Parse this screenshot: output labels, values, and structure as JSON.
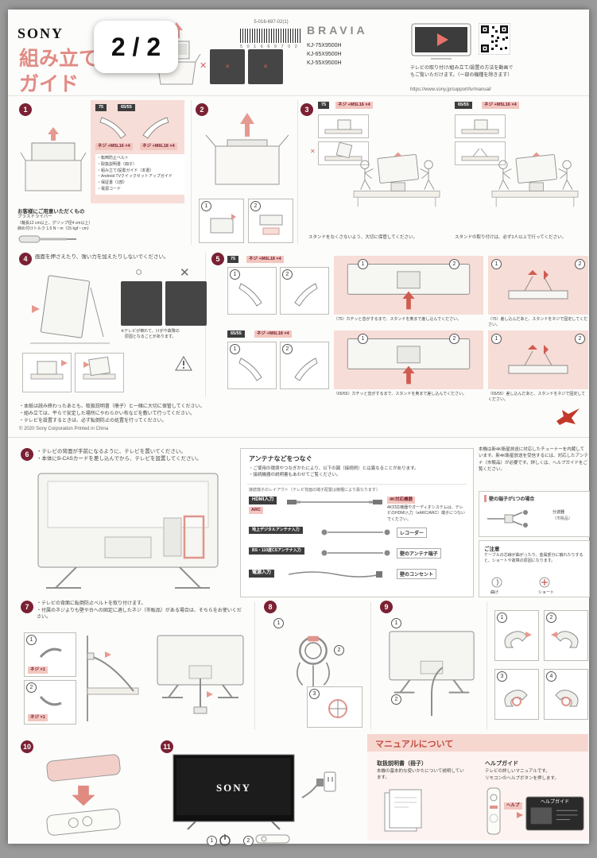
{
  "viewer": {
    "page_badge": "2 / 2"
  },
  "header": {
    "brand": "SONY",
    "title_line1": "組み立て/設置",
    "title_line2": "ガイド",
    "doc_number": "5-016-697-02(1)",
    "barcode_digits": "5 0 1 6 6 9 7 0 2",
    "bravia": "BRAVIA",
    "models": [
      "KJ-75X9500H",
      "KJ-65X9500H",
      "KJ-55X9500H"
    ],
    "video_note": "テレビの取り付け/組み立て/設置の方法を動画でもご覧いただけます。（一部の機種を除きます）",
    "video_url": "https://www.sony.jp/support/tv/manual/"
  },
  "step1": {
    "num": "1",
    "badge_75": "75",
    "badge_65": "65/55",
    "screw_a": "ネジ +M5L16 ×4",
    "screw_b": "ネジ +M6L18 ×4",
    "items": [
      "・転倒防止ベルト",
      "・取扱説明書（冊子）",
      "・組み立て/設置ガイド（本書）",
      "・Android TVクイックセットアップガイド",
      "・保証書（1部）",
      "・電源コード"
    ],
    "tools_heading": "お客様にご用意いただくもの",
    "tools_line1": "プラスドライバー",
    "tools_line2": "（軸長12 cm以上、グリップ径4 cm以上）",
    "tools_line3": "締め付けトルク 1.5 N・m（15 kgf・cm）"
  },
  "step2": {
    "num": "2",
    "sub1": "1",
    "sub2": "2"
  },
  "step3": {
    "num": "3",
    "left_badge": "75",
    "left_screw": "ネジ +M5L16 ×4",
    "left_caption": "スタンドをなくさないよう、大切に保管してください。",
    "right_badge": "65/55",
    "right_screw": "ネジ +M5L16 ×4",
    "right_caption": "スタンドの取り付けは、必ず2人以上で行ってください。"
  },
  "step4": {
    "num": "4",
    "text": "画面を押さえたり、強い力を加えたりしないでください。",
    "ok": "○",
    "ng": "✕",
    "note1": "※テレビが倒れて、けがや故障の",
    "note2": "　原因となることがあります。"
  },
  "step5": {
    "num": "5",
    "row1": {
      "badge": "75",
      "screw": "ネジ +M6L18 ×4",
      "sub1": "1",
      "sub2": "2",
      "note_left": "〈75〉カチッと音がするまで、スタンドを奥まで差し込んでください。",
      "note_right": "〈75〉差し込んだあと、スタンドをネジで固定してください。"
    },
    "row2": {
      "badge": "65/55",
      "screw": "ネジ +M6L18 ×4",
      "sub1": "1",
      "sub2": "2",
      "note_left": "〈65/55〉カチッと音がするまで、スタンドを奥まで差し込んでください。",
      "note_right": "〈65/55〉差し込んだあと、スタンドをネジで固定してください。"
    }
  },
  "footnotes": {
    "line1": "・本紙は読み終わったあとも、取扱説明書（冊子）と一緒に大切に保管してください。",
    "line2": "・組み立ては、平らで安定した場所にやわらかい布などを敷いて行ってください。",
    "line3": "・テレビを設置するときは、必ず転倒防止の処置を行ってください。",
    "copyright": "© 2020 Sony Corporation    Printed in China"
  },
  "step6": {
    "num": "6",
    "bullet1": "・テレビの背面が手前になるように、テレビを置いてください。",
    "bullet2": "・本体にB-CASカードを差し込んでから、テレビを設置してください。"
  },
  "antenna": {
    "title": "アンテナなどをつなぐ",
    "bullet1": "・ご使用の環境やつなぎかたにより、以下の図（接続例）とは異なることがあります。",
    "bullet2": "・接続機器の説明書もあわせてご覧ください。",
    "layout_note": "接続端子のレイアウト（テレビ背面の端子配置は機種により異なります）",
    "hdmi_port": "HDMI入力",
    "hdmi_arc": "ARC",
    "hdmi_device": "4K対応機器",
    "hdmi_note": "4K対応機器やオーディオシステムは、テレビのHDMI入力（eARC/ARC）端子につないでください。",
    "row2_port": "地上デジタルアンテナ入力",
    "row2_device": "レコーダー",
    "row3_port": "BS・110度CSアンテナ入力",
    "row3_device": "壁のアンテナ端子",
    "row4_port": "電源入力",
    "row4_device": "壁のコンセント"
  },
  "sidecol": {
    "para": "本機は新4K衛星放送に対応したチューナーを内蔵しています。新4K衛星放送を受信するには、対応したアンテナ（市販品）が必要です。詳しくは、ヘルプガイドをご覧ください。",
    "wall_title": "壁の端子が1つの場合",
    "wall_label1": "分波器",
    "wall_label2": "（市販品）",
    "caution_title": "ご注意",
    "caution_text": "ケーブルの芯線が曲がったり、金属部分に触れたりすると、ショートや故障の原因になります。",
    "caution_label1": "曲げ",
    "caution_label2": "ショート"
  },
  "step7": {
    "num": "7",
    "bullet1": "・テレビの背面に転倒防止ベルトを取り付けます。",
    "bullet2": "・付属のネジよりも壁や台への固定に適したネジ（市販品）がある場合は、そちらをお使いください。",
    "label1": "ネジ ×1",
    "label2": "ネジ ×1",
    "sub1": "1",
    "sub2": "2"
  },
  "step8": {
    "num": "8",
    "sub1": "1",
    "sub2": "2",
    "sub3": "3"
  },
  "step9": {
    "num": "9",
    "sub1": "1",
    "sub2": "2"
  },
  "clips": {
    "sub1": "1",
    "sub2": "2",
    "sub3": "3",
    "sub4": "4"
  },
  "step10": {
    "num": "10"
  },
  "step11": {
    "num": "11",
    "tv_brand": "SONY",
    "sub1": "1",
    "sub2": "2"
  },
  "manuals": {
    "title": "マニュアルについて",
    "col1_title": "取扱説明書（冊子）",
    "col1_text": "本機の基本的な使いかたについて説明しています。",
    "col2_title": "ヘルプガイド",
    "col2_text1": "テレビの詳しいマニュアルです。",
    "col2_text2": "リモコンのヘルプボタンを押します。",
    "help_button": "ヘルプ",
    "screen_label": "ヘルプガイド"
  }
}
